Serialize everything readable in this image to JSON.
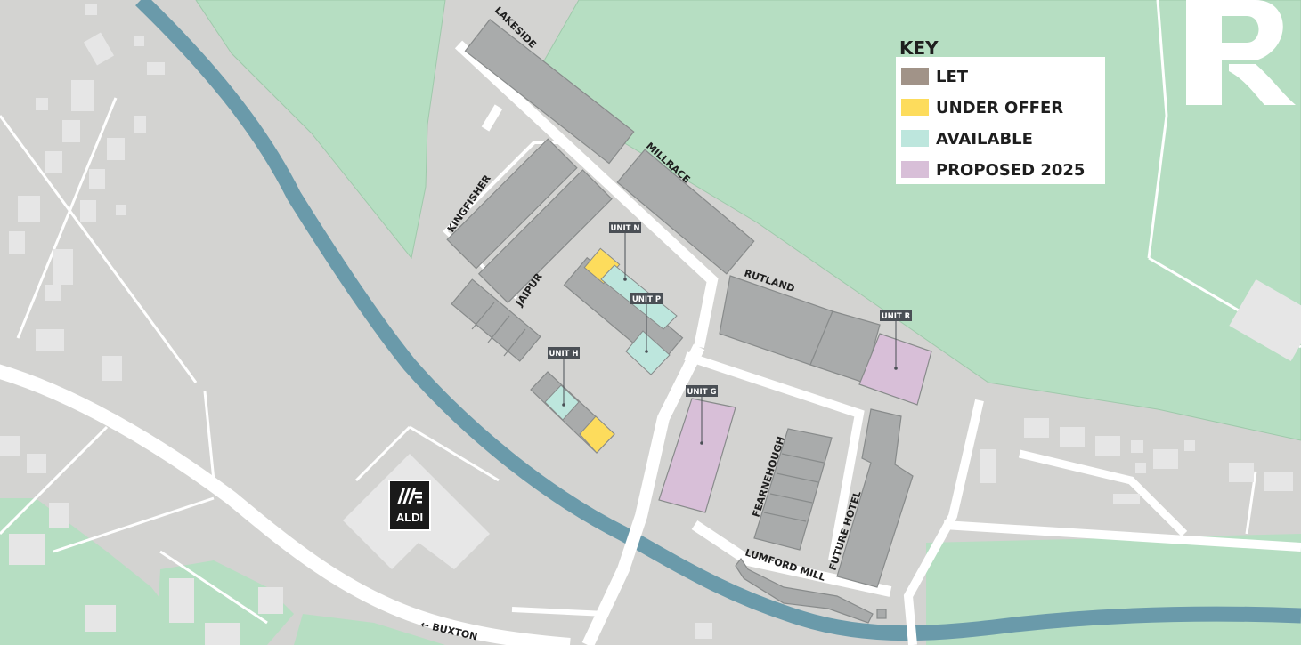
{
  "key": {
    "title": "KEY",
    "items": [
      {
        "label": "LET",
        "color": "#a19388"
      },
      {
        "label": "UNDER OFFER",
        "color": "#fddc5c"
      },
      {
        "label": "AVAILABLE",
        "color": "#bde6dd"
      },
      {
        "label": "PROPOSED 2025",
        "color": "#d8bfd8"
      }
    ]
  },
  "buildings": {
    "lakeside": "LAKESIDE",
    "millrace": "MILLRACE",
    "kingfisher": "KINGFISHER",
    "jaipur": "JAIPUR",
    "rutland": "RUTLAND",
    "fearnehough": "FEARNEHOUGH",
    "future_hotel": "FUTURE HOTEL",
    "lumford_mill": "LUMFORD MILL"
  },
  "units": {
    "n": "UNIT N",
    "p": "UNIT P",
    "h": "UNIT H",
    "g": "UNIT G",
    "r": "UNIT R"
  },
  "store": {
    "name": "ALDI"
  },
  "road": {
    "buxton": "← BUXTON"
  },
  "colors": {
    "green": "#b6dec2",
    "land": "#d3d3d1",
    "river": "#6a9aaa",
    "road": "#ffffff",
    "building": "#a9abab"
  },
  "icons": {
    "brand_logo": "r-logo-icon",
    "store_logo": "aldi-logo-icon"
  }
}
